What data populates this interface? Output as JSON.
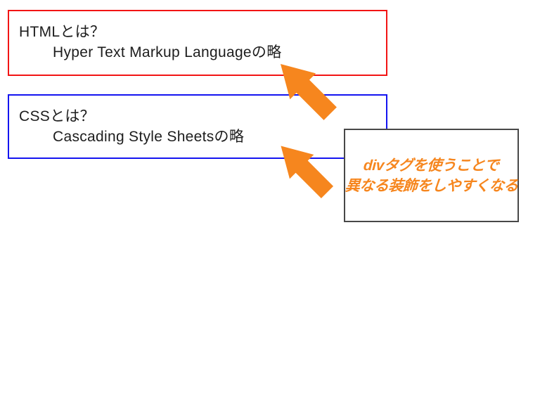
{
  "slide": {
    "background_color": "#ffffff",
    "boxes": [
      {
        "title": "HTMLとは？",
        "body": "Hyper Text Markup Languageの略",
        "border_color": "#f21414"
      },
      {
        "title": "CSSとは？",
        "body": "Cascading Style Sheetsの略",
        "border_color": "#1414f0"
      }
    ],
    "callout": {
      "line1": "divタグを使うことで",
      "line2": "異なる装飾をしやすくなる",
      "text_color": "#f6861e",
      "border_color": "#484848"
    },
    "arrows": {
      "color": "#f6861e",
      "direction": "up-left",
      "count": 2
    }
  }
}
